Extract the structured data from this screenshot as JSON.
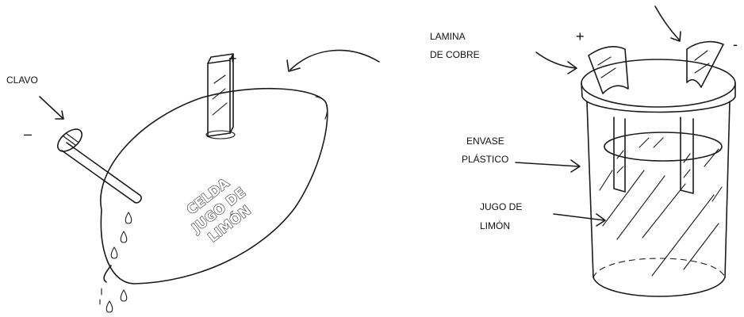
{
  "left_figure": {
    "nail_label": "CLAVO",
    "minus_sign": "–",
    "plus_sign": "+",
    "cell_text": [
      "CELDA",
      "JUGO DE",
      "LIMÓN"
    ]
  },
  "right_figure": {
    "copper_label_line1": "LAMINA",
    "copper_label_line2": "DE COBRE",
    "container_label_line1": "ENVASE",
    "container_label_line2": "PLÁSTICO",
    "juice_label_line1": "JUGO DE",
    "juice_label_line2": "LIMÓN",
    "plus_sign": "+",
    "minus_sign": "-"
  }
}
